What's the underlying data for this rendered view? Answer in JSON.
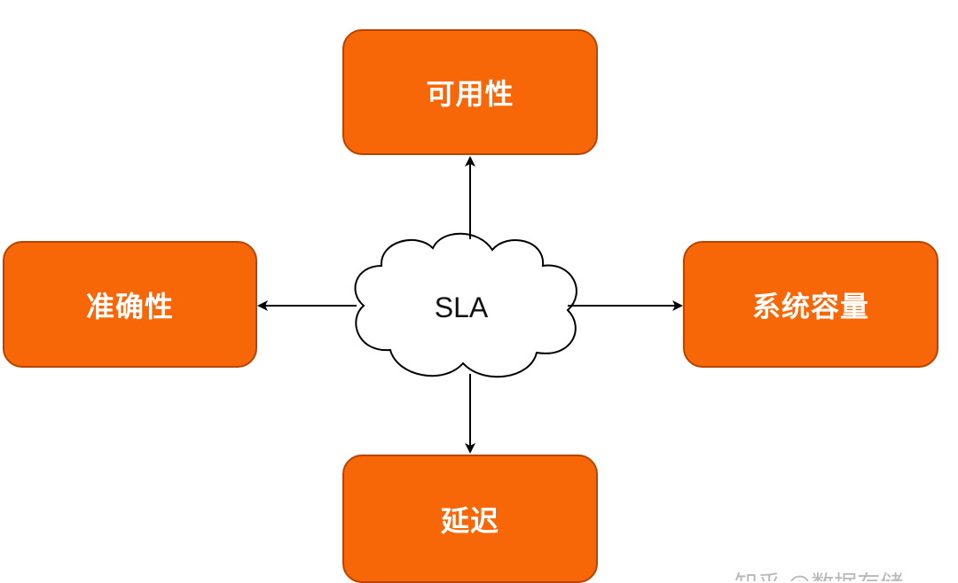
{
  "diagram": {
    "center": {
      "label": "SLA",
      "shape": "cloud"
    },
    "nodes": {
      "top": "可用性",
      "left": "准确性",
      "right": "系统容量",
      "bottom": "延迟"
    },
    "edges": [
      {
        "from": "SLA",
        "to": "可用性"
      },
      {
        "from": "SLA",
        "to": "准确性"
      },
      {
        "from": "SLA",
        "to": "系统容量"
      },
      {
        "from": "SLA",
        "to": "延迟"
      }
    ]
  },
  "colors": {
    "node_fill": "#f76707",
    "node_border": "#b84400",
    "node_text": "#ffffff",
    "cloud_fill": "#ffffff",
    "cloud_stroke": "#000000",
    "arrow": "#000000"
  },
  "watermark": "知乎 @数据存储"
}
